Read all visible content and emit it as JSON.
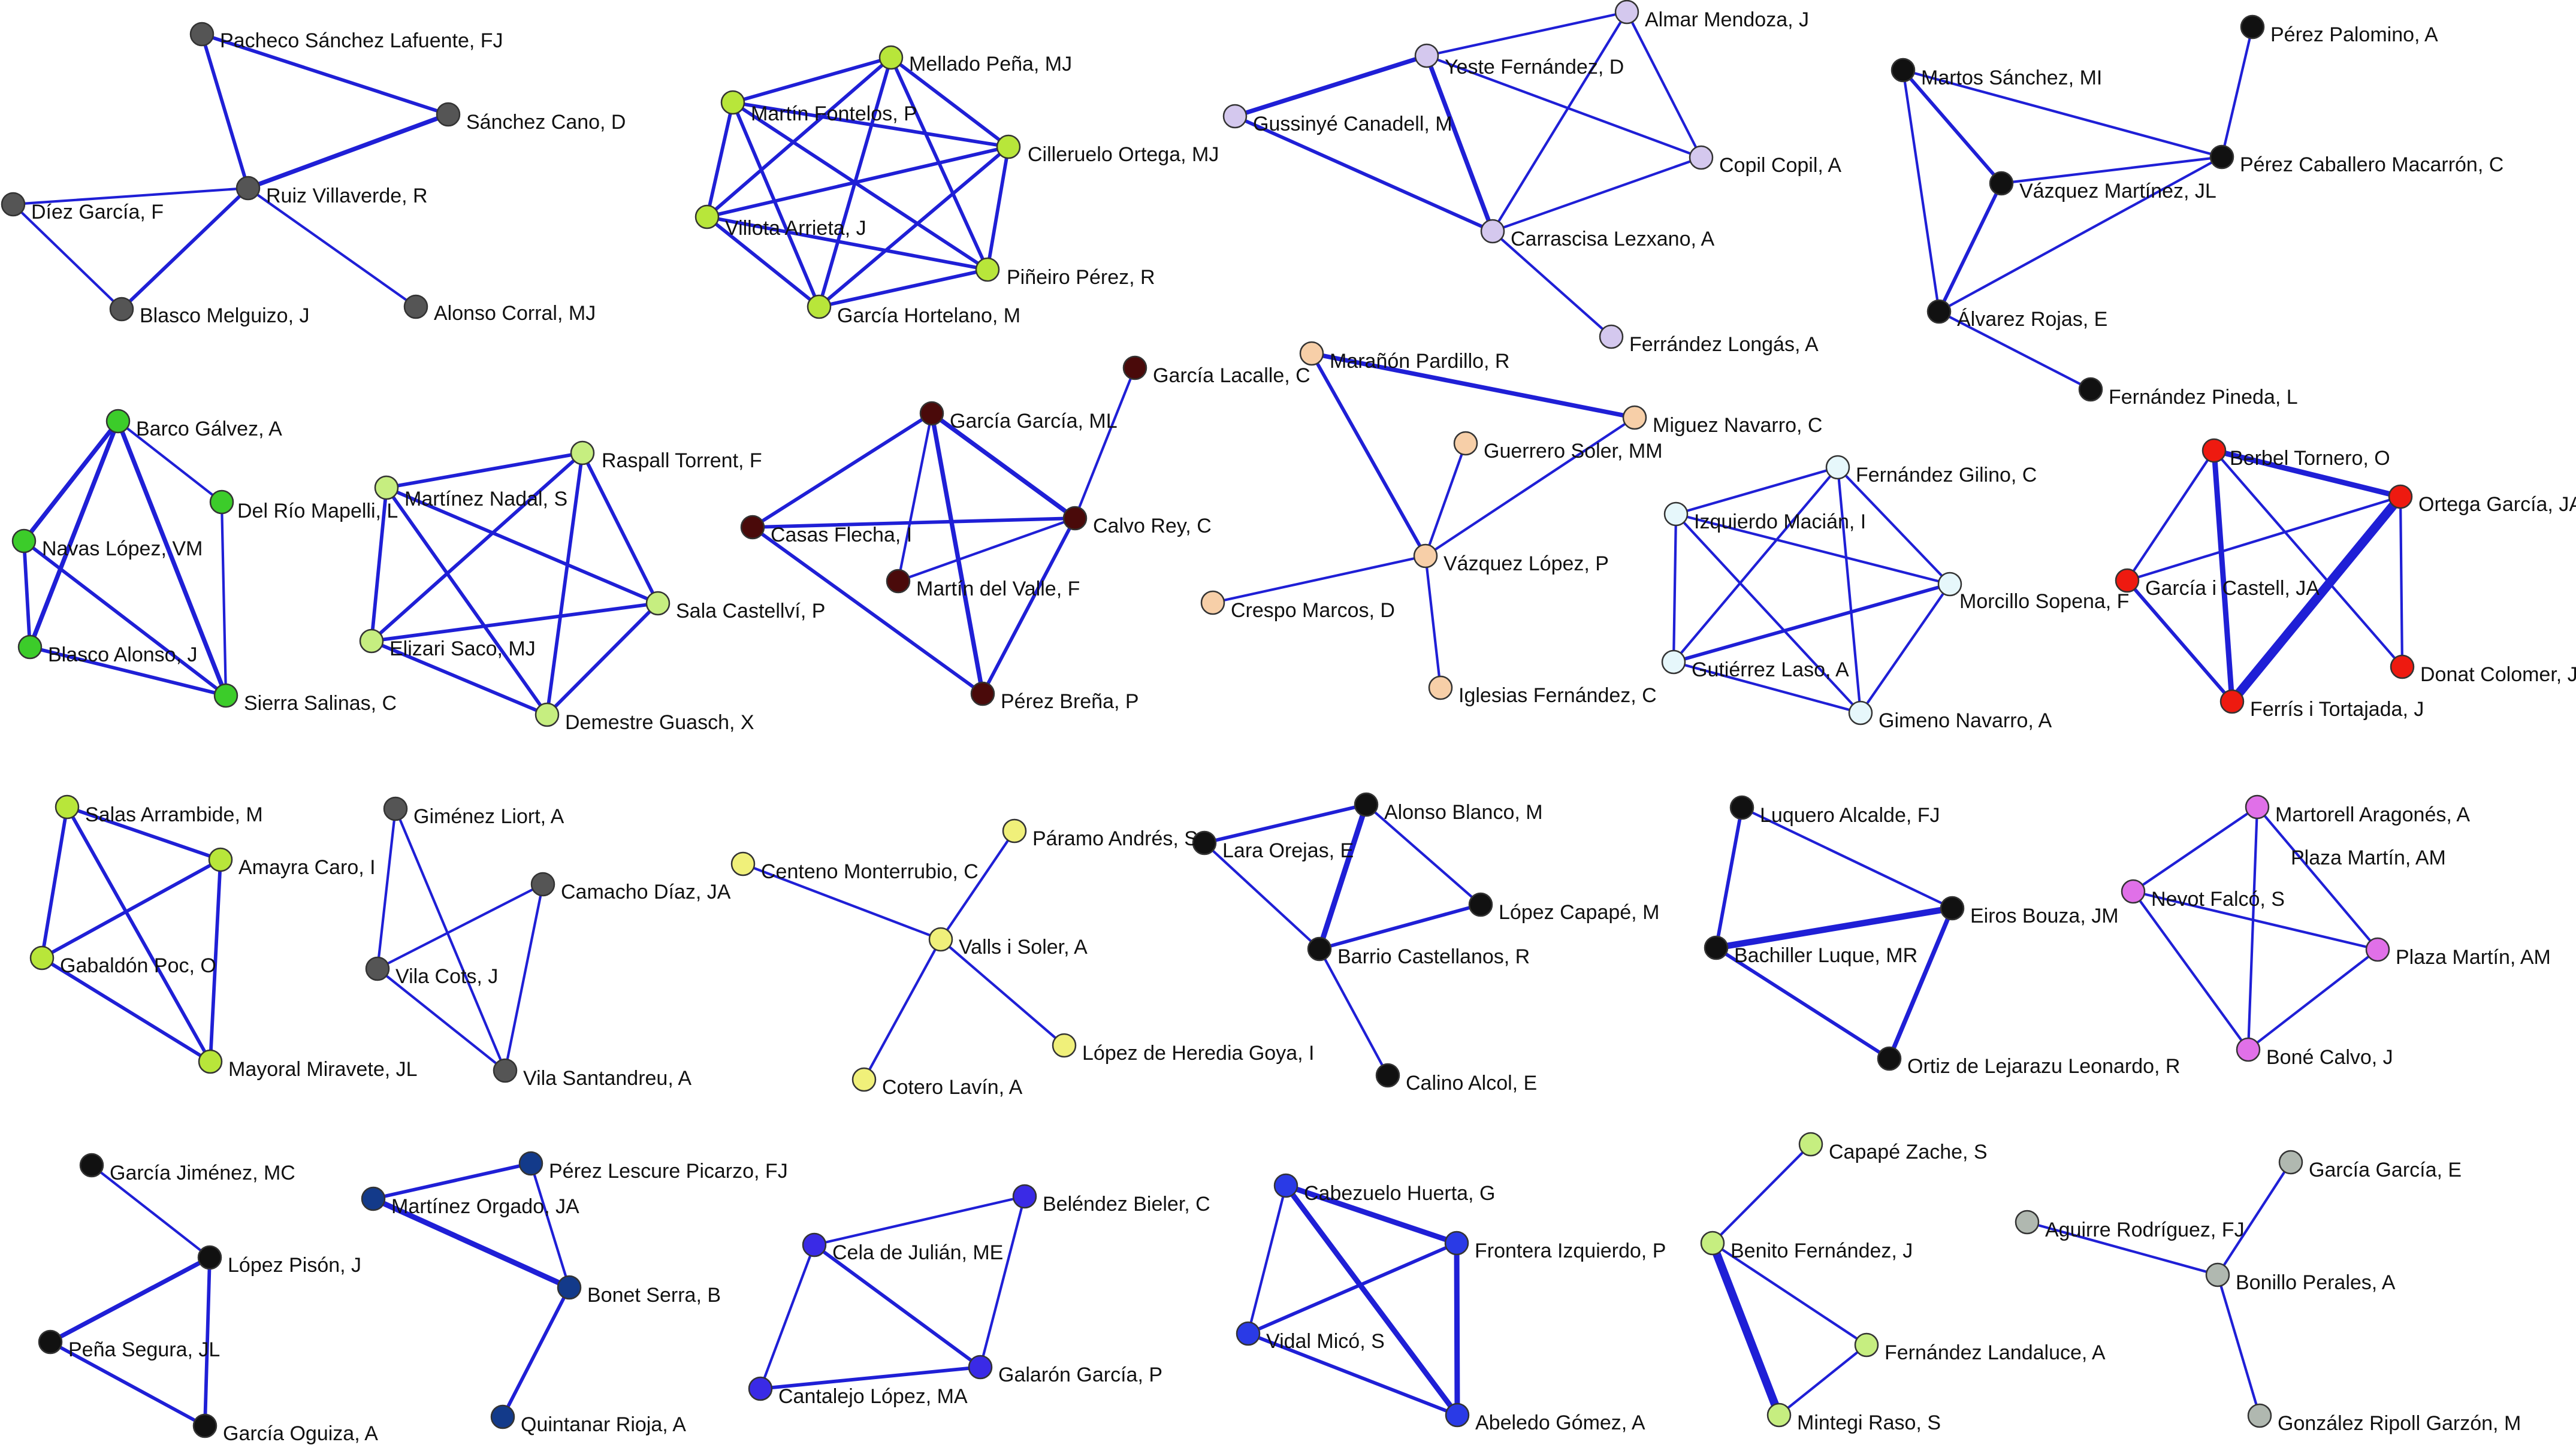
{
  "edge_color": "#1f1fd6",
  "clusters": [
    {
      "id": "c1",
      "color": "#555555",
      "nodes": [
        "Pacheco Sánchez Lafuente, FJ",
        "Sánchez Cano, D",
        "Ruiz Villaverde, R",
        "Díez García, F",
        "Blasco Melguizo, J",
        "Alonso Corral, MJ"
      ],
      "edges": [
        [
          0,
          1,
          3
        ],
        [
          0,
          2,
          3
        ],
        [
          1,
          2,
          4
        ],
        [
          2,
          3,
          2
        ],
        [
          2,
          4,
          3
        ],
        [
          2,
          5,
          2
        ],
        [
          3,
          4,
          2
        ]
      ]
    },
    {
      "id": "c2",
      "color": "#b8e63a",
      "nodes": [
        "Mellado Peña, MJ",
        "Martín Fontelos, P",
        "Cilleruelo Ortega, MJ",
        "Villota Arrieta, J",
        "Piñeiro Pérez, R",
        "García Hortelano, M"
      ],
      "edges": [
        [
          0,
          1,
          3
        ],
        [
          0,
          2,
          3
        ],
        [
          0,
          3,
          3
        ],
        [
          0,
          4,
          3
        ],
        [
          0,
          5,
          3
        ],
        [
          1,
          2,
          3
        ],
        [
          1,
          3,
          3
        ],
        [
          1,
          4,
          3
        ],
        [
          1,
          5,
          3
        ],
        [
          2,
          3,
          3
        ],
        [
          2,
          4,
          3
        ],
        [
          2,
          5,
          3
        ],
        [
          3,
          4,
          3
        ],
        [
          3,
          5,
          3
        ],
        [
          4,
          5,
          3
        ]
      ]
    },
    {
      "id": "c3",
      "color": "#d4c8ee",
      "nodes": [
        "Almar Mendoza, J",
        "Yeste Fernández, D",
        "Gussinyé Canadell, M",
        "Copil Copil, A",
        "Carrascisa Lezxano, A",
        "Ferrández Longás, A"
      ],
      "edges": [
        [
          0,
          1,
          2
        ],
        [
          0,
          4,
          2
        ],
        [
          1,
          2,
          4
        ],
        [
          1,
          3,
          2
        ],
        [
          1,
          4,
          4
        ],
        [
          2,
          4,
          3
        ],
        [
          3,
          0,
          2
        ],
        [
          3,
          4,
          2
        ],
        [
          4,
          5,
          2
        ]
      ]
    },
    {
      "id": "c4",
      "color": "#111111",
      "nodes": [
        "Pérez Palomino, A",
        "Martos Sánchez, MI",
        "Pérez Caballero Macarrón, C",
        "Vázquez Martínez, JL",
        "Álvarez Rojas, E",
        "Fernández Pineda, L"
      ],
      "edges": [
        [
          0,
          2,
          2
        ],
        [
          1,
          2,
          2
        ],
        [
          1,
          3,
          3
        ],
        [
          1,
          4,
          2
        ],
        [
          2,
          3,
          2
        ],
        [
          2,
          4,
          2
        ],
        [
          3,
          4,
          3
        ],
        [
          4,
          5,
          2
        ]
      ]
    },
    {
      "id": "c5",
      "color": "#3ccc2a",
      "nodes": [
        "Barco Gálvez, A",
        "Del Río Mapelli, L",
        "Navas López, VM",
        "Blasco Alonso, J",
        "Sierra Salinas, C"
      ],
      "edges": [
        [
          0,
          1,
          2
        ],
        [
          0,
          2,
          4
        ],
        [
          0,
          3,
          4
        ],
        [
          0,
          4,
          4
        ],
        [
          1,
          4,
          2
        ],
        [
          2,
          3,
          3
        ],
        [
          2,
          4,
          3
        ],
        [
          3,
          4,
          3
        ]
      ]
    },
    {
      "id": "c6",
      "color": "#c6ee80",
      "nodes": [
        "Raspall Torrent, F",
        "Martínez Nadal, S",
        "Sala Castellví, P",
        "Elizari Saco, MJ",
        "Demestre Guasch, X"
      ],
      "edges": [
        [
          0,
          1,
          3
        ],
        [
          0,
          2,
          3
        ],
        [
          0,
          3,
          3
        ],
        [
          0,
          4,
          3
        ],
        [
          1,
          2,
          3
        ],
        [
          1,
          3,
          3
        ],
        [
          1,
          4,
          3
        ],
        [
          2,
          3,
          3
        ],
        [
          2,
          4,
          3
        ],
        [
          3,
          4,
          3
        ]
      ]
    },
    {
      "id": "c7",
      "color": "#4a0a0a",
      "nodes": [
        "García Lacalle, C",
        "García García, ML",
        "Casas Flecha, I",
        "Calvo Rey, C",
        "Martín del Valle, F",
        "Pérez Breña, P"
      ],
      "edges": [
        [
          0,
          3,
          2
        ],
        [
          1,
          2,
          3
        ],
        [
          1,
          3,
          4
        ],
        [
          1,
          4,
          2
        ],
        [
          1,
          5,
          4
        ],
        [
          2,
          3,
          3
        ],
        [
          2,
          5,
          3
        ],
        [
          3,
          4,
          2
        ],
        [
          3,
          5,
          3
        ]
      ]
    },
    {
      "id": "c8",
      "color": "#f7cfa8",
      "nodes": [
        "Marañón Pardillo, R",
        "Miguez Navarro, C",
        "Guerrero Soler, MM",
        "Vázquez López, P",
        "Crespo Marcos, D",
        "Iglesias Fernández, C"
      ],
      "edges": [
        [
          0,
          1,
          4
        ],
        [
          0,
          3,
          3
        ],
        [
          1,
          3,
          2
        ],
        [
          2,
          3,
          2
        ],
        [
          3,
          4,
          2
        ],
        [
          3,
          5,
          2
        ]
      ]
    },
    {
      "id": "c9",
      "color": "#e6f7fb",
      "nodes": [
        "Fernández Gilino, C",
        "Izquierdo Macián, I",
        "Morcillo Sopena, F",
        "Gutiérrez Laso, A",
        "Gimeno Navarro, A"
      ],
      "edges": [
        [
          0,
          1,
          2
        ],
        [
          0,
          2,
          2
        ],
        [
          0,
          3,
          2
        ],
        [
          0,
          4,
          2
        ],
        [
          1,
          2,
          2
        ],
        [
          1,
          3,
          2
        ],
        [
          1,
          4,
          2
        ],
        [
          2,
          3,
          3
        ],
        [
          2,
          4,
          2
        ],
        [
          3,
          4,
          2
        ]
      ]
    },
    {
      "id": "c10",
      "color": "#ee1a10",
      "nodes": [
        "Berbel Tornero, O",
        "Ortega García, JA",
        "García i Castell, JA",
        "Donat Colomer, J",
        "Ferrís i Tortajada, J"
      ],
      "edges": [
        [
          0,
          1,
          5
        ],
        [
          0,
          2,
          2
        ],
        [
          0,
          3,
          2
        ],
        [
          0,
          4,
          5
        ],
        [
          1,
          2,
          2
        ],
        [
          1,
          3,
          2
        ],
        [
          1,
          4,
          9
        ],
        [
          2,
          4,
          3
        ]
      ]
    },
    {
      "id": "c11",
      "color": "#b8e63a",
      "nodes": [
        "Salas Arrambide, M",
        "Amayra Caro, I",
        "Gabaldón Poc, O",
        "Mayoral Miravete, JL"
      ],
      "edges": [
        [
          0,
          1,
          3
        ],
        [
          0,
          2,
          3
        ],
        [
          0,
          3,
          3
        ],
        [
          1,
          2,
          3
        ],
        [
          1,
          3,
          3
        ],
        [
          2,
          3,
          3
        ]
      ]
    },
    {
      "id": "c12",
      "color": "#555555",
      "nodes": [
        "Giménez Liort, A",
        "Camacho Díaz, JA",
        "Vila Cots, J",
        "Vila Santandreu, A"
      ],
      "edges": [
        [
          0,
          2,
          2
        ],
        [
          0,
          3,
          2
        ],
        [
          1,
          2,
          2
        ],
        [
          1,
          3,
          2
        ],
        [
          2,
          3,
          2
        ]
      ]
    },
    {
      "id": "c13",
      "color": "#f0f07a",
      "nodes": [
        "Centeno Monterrubio, C",
        "Páramo Andrés, S",
        "Valls i Soler, A",
        "López de Heredia Goya, I",
        "Cotero Lavín, A"
      ],
      "edges": [
        [
          0,
          2,
          2
        ],
        [
          1,
          2,
          2
        ],
        [
          2,
          3,
          2
        ],
        [
          2,
          4,
          2
        ]
      ]
    },
    {
      "id": "c14",
      "color": "#111111",
      "nodes": [
        "Alonso Blanco, M",
        "Lara Orejas, E",
        "López Capapé, M",
        "Barrio Castellanos, R",
        "Calino Alcol, E"
      ],
      "edges": [
        [
          0,
          1,
          3
        ],
        [
          0,
          2,
          2
        ],
        [
          0,
          3,
          5
        ],
        [
          1,
          3,
          2
        ],
        [
          2,
          3,
          3
        ],
        [
          3,
          4,
          2
        ]
      ]
    },
    {
      "id": "c15",
      "color": "#111111",
      "nodes": [
        "Luquero Alcalde, FJ",
        "Eiros Bouza, JM",
        "Bachiller Luque, MR",
        "Ortiz de Lejarazu Leonardo, R"
      ],
      "edges": [
        [
          0,
          1,
          2
        ],
        [
          0,
          2,
          3
        ],
        [
          1,
          2,
          6
        ],
        [
          1,
          3,
          4
        ],
        [
          2,
          3,
          3
        ]
      ]
    },
    {
      "id": "c16",
      "color": "#e070e8",
      "nodes": [
        "Martorell Aragonés, A",
        "Plaza Martín, AM",
        "Nevot Falcó, S",
        "Plaza Martín, AM",
        "Boné Calvo, J"
      ],
      "edges": [
        [
          0,
          2,
          2
        ],
        [
          0,
          3,
          2
        ],
        [
          0,
          4,
          2
        ],
        [
          2,
          3,
          2
        ],
        [
          2,
          4,
          2
        ],
        [
          3,
          4,
          2
        ]
      ]
    },
    {
      "id": "c17",
      "color": "#111111",
      "nodes": [
        "García Jiménez, MC",
        "López Pisón, J",
        "Peña Segura, JL",
        "García Oguiza, A"
      ],
      "edges": [
        [
          0,
          1,
          2
        ],
        [
          1,
          2,
          4
        ],
        [
          1,
          3,
          3
        ],
        [
          2,
          3,
          3
        ]
      ]
    },
    {
      "id": "c18",
      "color": "#133a8a",
      "nodes": [
        "Pérez Lescure Picarzo, FJ",
        "Martínez Orgado, JA",
        "Bonet Serra, B",
        "Quintanar Rioja, A"
      ],
      "edges": [
        [
          0,
          1,
          3
        ],
        [
          0,
          2,
          2
        ],
        [
          1,
          2,
          5
        ],
        [
          2,
          3,
          3
        ]
      ]
    },
    {
      "id": "c19",
      "color": "#3a2ae6",
      "nodes": [
        "Beléndez Bieler, C",
        "Cela de Julián, ME",
        "Galarón García, P",
        "Cantalejo López, MA"
      ],
      "edges": [
        [
          0,
          1,
          2
        ],
        [
          0,
          2,
          2
        ],
        [
          1,
          2,
          3
        ],
        [
          1,
          3,
          2
        ],
        [
          2,
          3,
          3
        ]
      ]
    },
    {
      "id": "c20",
      "color": "#2a3ae6",
      "nodes": [
        "Cabezuelo Huerta, G",
        "Frontera Izquierdo, P",
        "Vidal Micó, S",
        "Abeledo Gómez, A"
      ],
      "edges": [
        [
          0,
          1,
          5
        ],
        [
          0,
          2,
          2
        ],
        [
          0,
          3,
          5
        ],
        [
          1,
          2,
          3
        ],
        [
          1,
          3,
          5
        ],
        [
          2,
          3,
          3
        ]
      ]
    },
    {
      "id": "c21",
      "color": "#c6ee80",
      "nodes": [
        "Capapé Zache, S",
        "Benito Fernández, J",
        "Fernández Landaluce, A",
        "Mintegi Raso, S"
      ],
      "edges": [
        [
          0,
          1,
          2
        ],
        [
          1,
          2,
          2
        ],
        [
          1,
          3,
          8
        ],
        [
          2,
          3,
          2
        ]
      ]
    },
    {
      "id": "c22",
      "color": "#b0b8b0",
      "nodes": [
        "García García, E",
        "Aguirre Rodríguez, FJ",
        "Bonillo Perales, A",
        "González Ripoll Garzón, M"
      ],
      "edges": [
        [
          0,
          2,
          2
        ],
        [
          1,
          2,
          2
        ],
        [
          2,
          3,
          2
        ]
      ]
    }
  ]
}
